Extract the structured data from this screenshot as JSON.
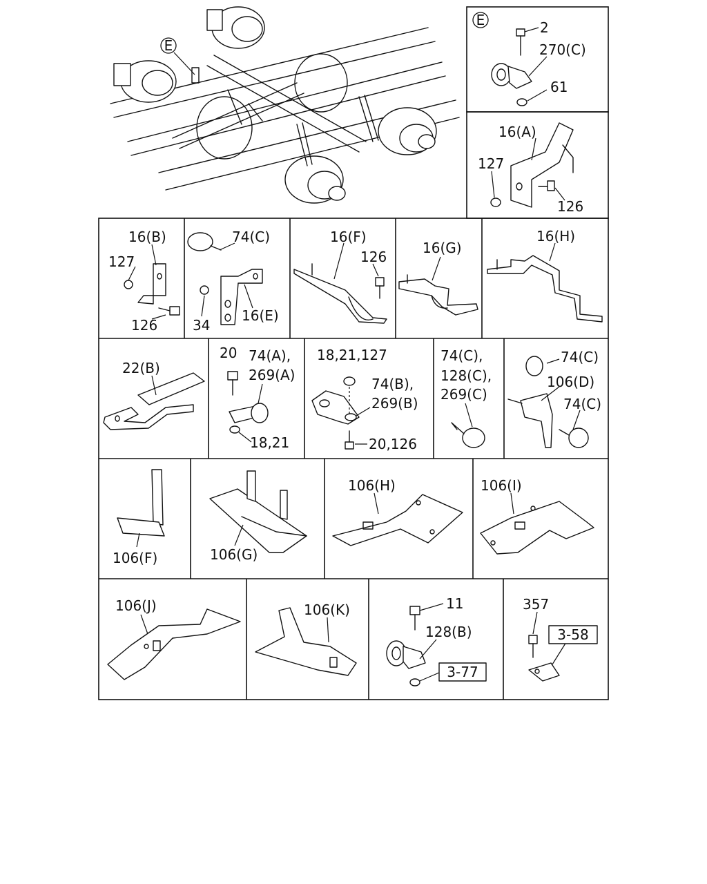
{
  "callout_E": "E",
  "panels": {
    "E": {
      "l1": "2",
      "l2": "270(C)",
      "l3": "61"
    },
    "A": {
      "l1": "16(A)",
      "l2": "127",
      "l3": "126"
    },
    "B": {
      "l1": "16(B)",
      "l2": "127",
      "l3": "126"
    },
    "CE": {
      "l1": "74(C)",
      "l2": "34",
      "l3": "16(E)"
    },
    "F": {
      "l1": "16(F)",
      "l2": "126"
    },
    "G": {
      "l1": "16(G)"
    },
    "H": {
      "l1": "16(H)"
    },
    "B22": {
      "l1": "22(B)"
    },
    "A74": {
      "l1": "20",
      "l2": "74(A),",
      "l3": "269(A)",
      "l4": "18,21"
    },
    "B74": {
      "l1": "18,21,127",
      "l2": "74(B),",
      "l3": "269(B)",
      "l4": "20,126"
    },
    "C74": {
      "l1": "74(C),",
      "l2": "128(C),",
      "l3": "269(C)"
    },
    "D106": {
      "l1": "74(C)",
      "l2": "106(D)",
      "l3": "74(C)"
    },
    "F106": {
      "l1": "106(F)"
    },
    "G106": {
      "l1": "106(G)"
    },
    "H106": {
      "l1": "106(H)"
    },
    "I106": {
      "l1": "106(I)"
    },
    "J106": {
      "l1": "106(J)"
    },
    "K106": {
      "l1": "106(K)"
    },
    "R11": {
      "l1": "11",
      "l2": "128(B)",
      "ref": "3-77"
    },
    "R357": {
      "l1": "357",
      "ref": "3-58"
    }
  }
}
